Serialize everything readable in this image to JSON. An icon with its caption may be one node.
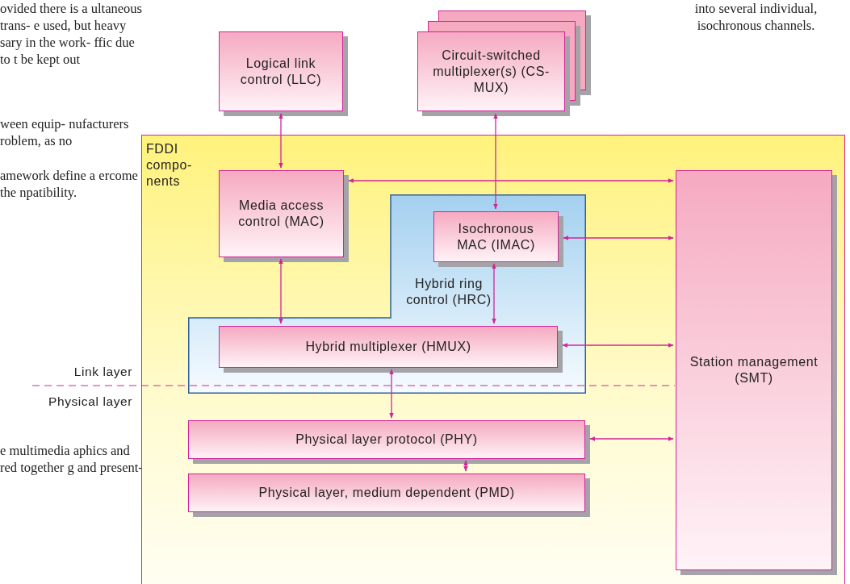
{
  "diagram": {
    "nodes": [
      {
        "text": [
          "Logical link control (LLC)"
        ]
      },
      {
        "text": [
          "Circuit-switched multiplexer(s) (CS-MUX)"
        ]
      },
      {
        "text": [
          "FDDI compo-nents"
        ]
      },
      {
        "text": [
          "Media access control (MAC)"
        ],
        "in": 2
      },
      {
        "text": [
          "Hybrid ring control (HRC)"
        ],
        "in": 2
      },
      {
        "text": [
          "Isochronous MAC (IMAC)"
        ],
        "in": 4
      },
      {
        "text": [
          "Hybrid multiplexer (HMUX)"
        ],
        "in": 4
      },
      {
        "text": [
          "Station management (SMT)"
        ],
        "in": 2
      },
      {
        "text": [
          "Physical layer protocol (PHY)"
        ],
        "in": 2
      },
      {
        "text": [
          "Physical layer, medium dependent (PMD)"
        ],
        "in": 2
      }
    ],
    "edges": [
      {
        "from": 0,
        "to": 3,
        "arrow": "both"
      },
      {
        "from": 1,
        "to": 5,
        "arrow": "both"
      },
      {
        "from": 3,
        "to": 7,
        "arrow": "both"
      },
      {
        "from": 5,
        "to": 7,
        "arrow": "both"
      },
      {
        "from": 6,
        "to": 7,
        "arrow": "both"
      },
      {
        "from": 8,
        "to": 7,
        "arrow": "both"
      },
      {
        "from": 3,
        "to": 6,
        "arrow": "both"
      },
      {
        "from": 5,
        "to": 6,
        "arrow": "both"
      },
      {
        "from": 6,
        "to": 8,
        "arrow": "both"
      },
      {
        "from": 8,
        "to": 9,
        "arrow": "both"
      }
    ],
    "labels": [
      "ovided there is a ultaneous trans- e used, but heavy sary in the work- ffic due to t be kept out",
      "ween equip- nufacturers roblem, as no",
      "amework define a ercome the npatibility.",
      "Link layer",
      "Physical layer",
      "e multimedia aphics and red together g and present-",
      "into several individual, isochronous channels."
    ]
  }
}
